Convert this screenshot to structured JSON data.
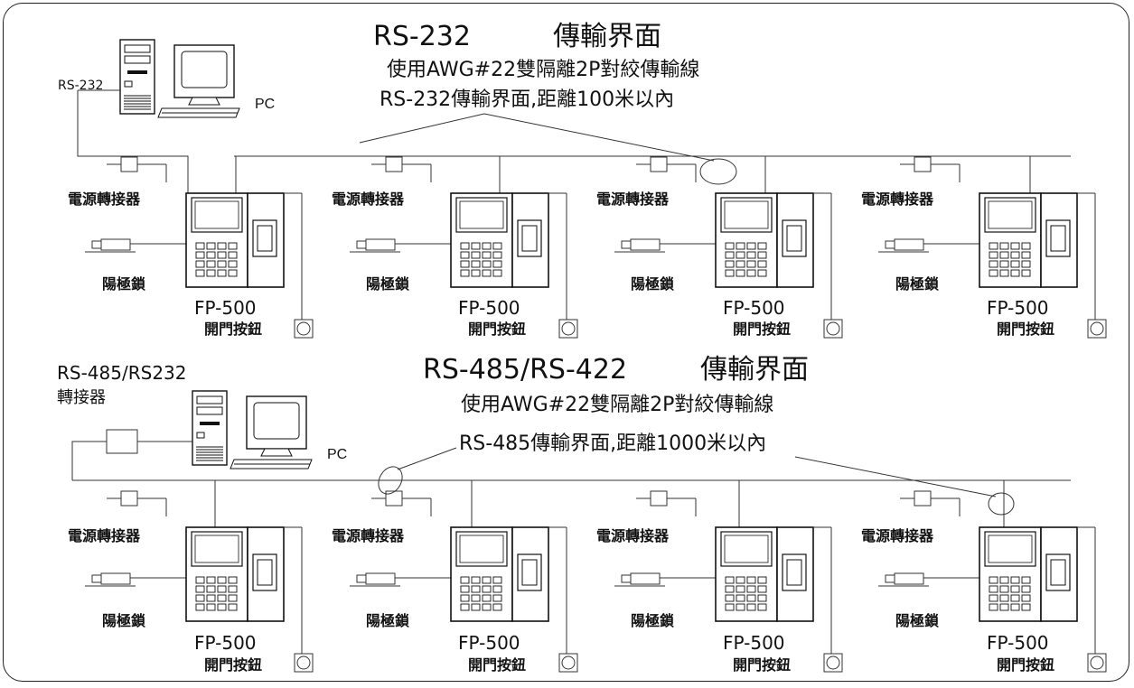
{
  "rs232_section": {
    "title_protocol": "RS-232",
    "title_suffix": "傳輸界面",
    "cable_note": "使用AWG#22雙隔離2P對絞傳輸線",
    "distance_note": "RS-232傳輸界面,距離100米以內",
    "pc_port_label": "RS-232",
    "pc_label": "PC"
  },
  "rs485_section": {
    "title_protocol": "RS-485/RS-422",
    "title_suffix": "傳輸界面",
    "cable_note": "使用AWG#22雙隔離2P對絞傳輸線",
    "distance_note": "RS-485傳輸界面,距離1000米以內",
    "converter_label_line1": "RS-485/RS232",
    "converter_label_line2": "轉接器",
    "pc_label": "PC"
  },
  "unit_labels": {
    "power_adapter": "電源轉接器",
    "electric_lock": "陽極鎖",
    "model": "FP-500",
    "exit_button": "開門按鈕"
  },
  "rows": [
    {
      "name": "rs232-row",
      "unit_count": 4
    },
    {
      "name": "rs485-row",
      "unit_count": 4
    }
  ],
  "colors": {
    "line": "#333333",
    "device": "#111111"
  }
}
